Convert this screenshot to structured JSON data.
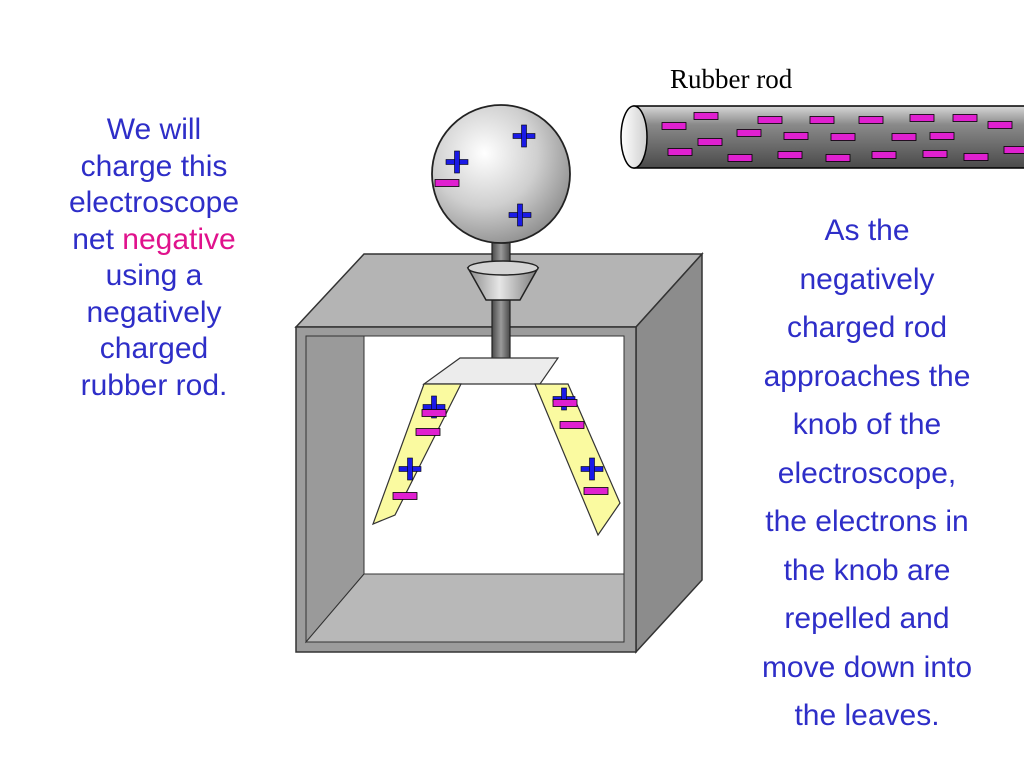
{
  "left_text": {
    "line1": "We will",
    "line2": "charge this",
    "line3": "electroscope",
    "line4_prefix": "net ",
    "line4_highlight": "negative",
    "line5": "using a",
    "line6": "negatively",
    "line7": "charged",
    "line8": "rubber rod."
  },
  "right_text": {
    "lines": [
      "As the",
      "negatively",
      "charged rod",
      "approaches the",
      "knob of the",
      "electroscope,",
      "the electrons in",
      "the knob are",
      "repelled and",
      "move down into",
      "the leaves."
    ]
  },
  "rod_label": "Rubber rod",
  "colors": {
    "text_blue": "#2e2ec8",
    "highlight_pink": "#e0128c",
    "plus_blue": "#1a1ae6",
    "minus_magenta": "#e020d0",
    "leaf_yellow": "#fafaa0"
  },
  "symbols": {
    "plus": "+",
    "minus": "−"
  }
}
